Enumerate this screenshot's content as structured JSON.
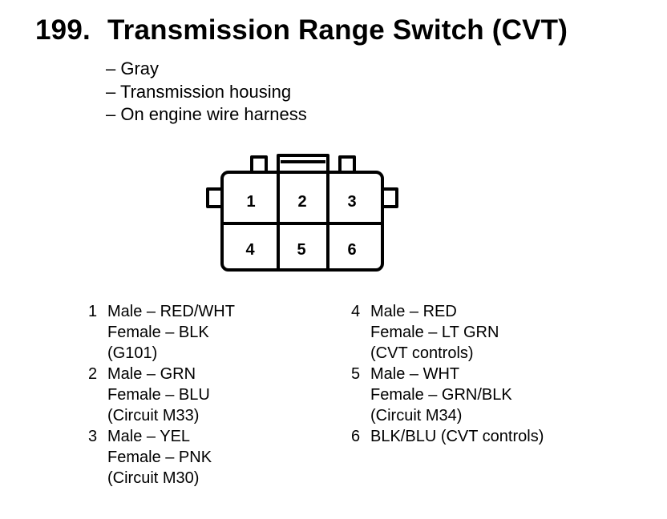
{
  "title": {
    "number": "199.",
    "text": "Transmission Range Switch (CVT)"
  },
  "description": [
    "– Gray",
    "– Transmission housing",
    "– On engine wire harness"
  ],
  "connector": {
    "pin_labels": [
      "1",
      "2",
      "3",
      "4",
      "5",
      "6"
    ]
  },
  "pins_left": [
    {
      "num": "1",
      "lines": [
        "Male – RED/WHT",
        "Female – BLK",
        "(G101)"
      ]
    },
    {
      "num": "2",
      "lines": [
        "Male – GRN",
        "Female – BLU",
        "(Circuit M33)"
      ]
    },
    {
      "num": "3",
      "lines": [
        "Male – YEL",
        "Female – PNK",
        "(Circuit M30)"
      ]
    }
  ],
  "pins_right": [
    {
      "num": "4",
      "lines": [
        "Male – RED",
        "Female – LT GRN",
        "(CVT controls)"
      ]
    },
    {
      "num": "5",
      "lines": [
        "Male – WHT",
        "Female – GRN/BLK",
        "(Circuit M34)"
      ]
    },
    {
      "num": "6",
      "lines": [
        "BLK/BLU (CVT controls)"
      ]
    }
  ]
}
